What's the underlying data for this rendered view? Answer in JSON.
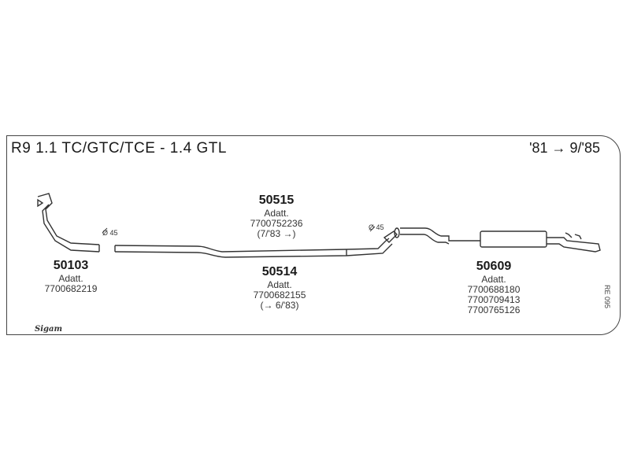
{
  "header": {
    "title": "R9 1.1 TC/GTC/TCE - 1.4 GTL",
    "years": "'81 → 9/'85"
  },
  "parts": [
    {
      "id": "50103",
      "line1": "Adatt.",
      "line2": "7700682219",
      "line3": ""
    },
    {
      "id": "50515",
      "line1": "Adatt.",
      "line2": "7700752236",
      "line3": "(7/'83 →)"
    },
    {
      "id": "50514",
      "line1": "Adatt.",
      "line2": "7700682155",
      "line3": "(→ 6/'83)"
    },
    {
      "id": "50609",
      "line1": "Adatt.",
      "line2": "7700688180",
      "line3": "7700709413",
      "line4": "7700765126"
    }
  ],
  "diameters": {
    "left": "Ø 45",
    "right": "Ø 45"
  },
  "footer": {
    "logo": "Sigam",
    "code": "RE 095"
  }
}
